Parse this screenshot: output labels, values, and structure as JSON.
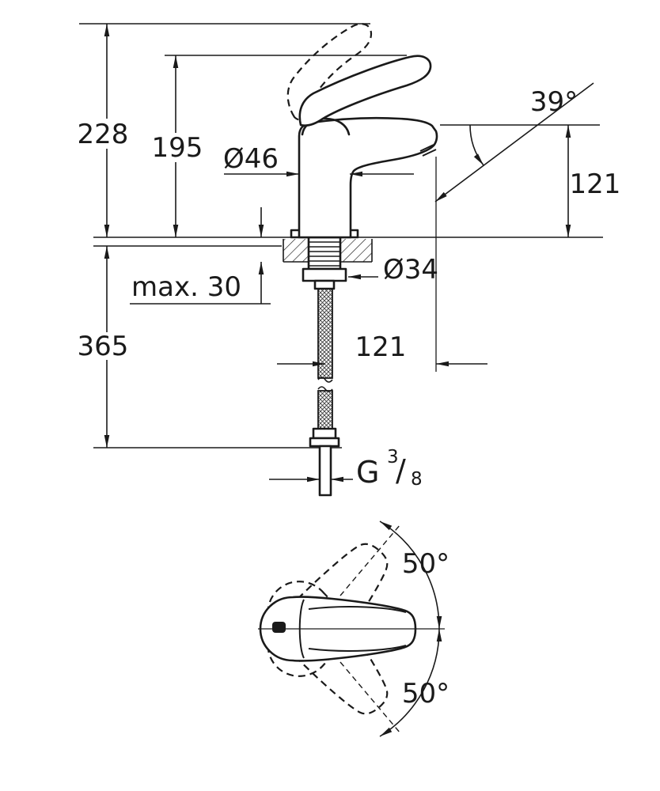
{
  "colors": {
    "line": "#1a1a1a",
    "background": "#ffffff"
  },
  "side_view": {
    "overall_height": "228",
    "lever_top_height": "195",
    "body_diameter": "Ø46",
    "spout_angle": "39°",
    "spout_height": "121",
    "max_deck_thickness": "max. 30",
    "hole_diameter": "Ø34",
    "hose_length": "365",
    "spout_reach": "121",
    "thread_label": {
      "prefix": "G",
      "numerator": "3",
      "slash": "/",
      "denominator": "8"
    }
  },
  "top_view": {
    "swivel_up": "50°",
    "swivel_down": "50°"
  }
}
